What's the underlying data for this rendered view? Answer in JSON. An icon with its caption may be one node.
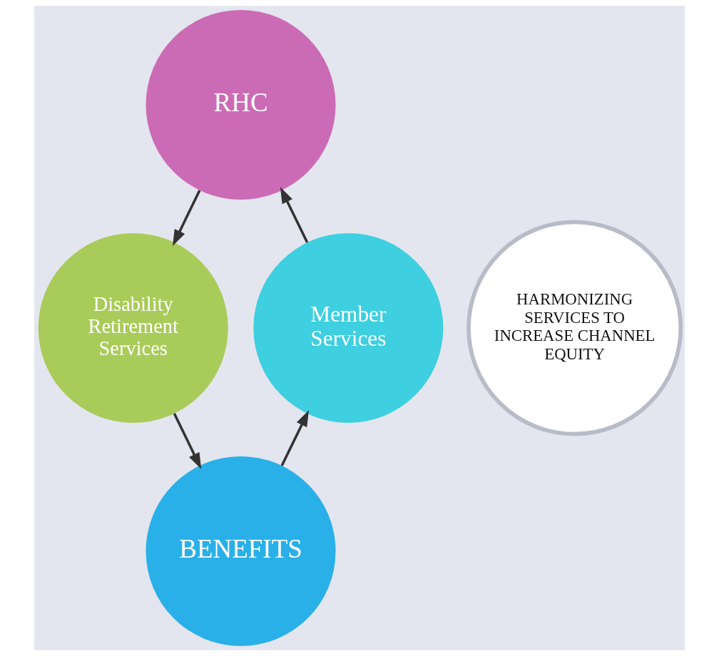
{
  "diagram": {
    "nodes": [
      {
        "text": [
          "RHC"
        ]
      },
      {
        "text": [
          "Member Services"
        ]
      },
      {
        "text": [
          "HARMONIZING SERVICES TO INCREASE CHANNEL EQUITY"
        ]
      },
      {
        "text": [
          "Disability Retirement Services"
        ]
      },
      {
        "text": [
          "BENEFITS"
        ]
      }
    ],
    "edges": [
      {
        "from": 0,
        "to": 3,
        "arrow": "to"
      },
      {
        "from": 3,
        "to": 4,
        "arrow": "to"
      },
      {
        "from": 4,
        "to": 1,
        "arrow": "to"
      },
      {
        "from": 1,
        "to": 0,
        "arrow": "to"
      }
    ]
  }
}
